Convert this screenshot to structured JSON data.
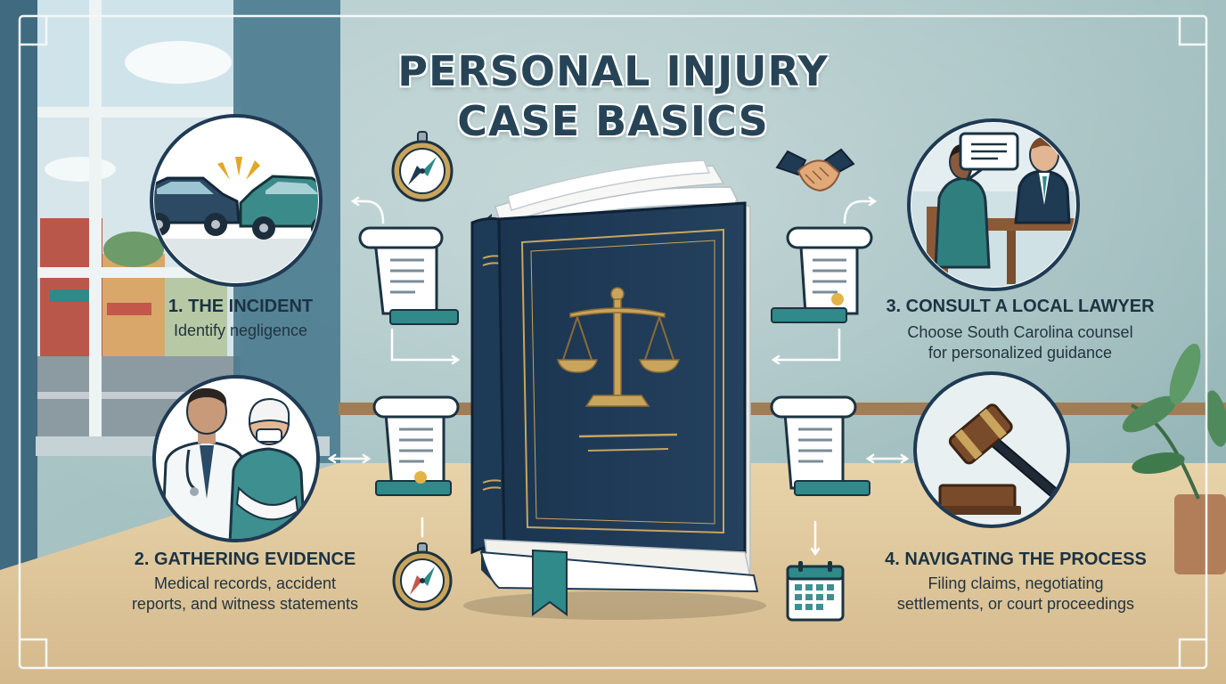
{
  "title": {
    "line1": "PERSONAL INJURY",
    "line2": "CASE BASICS"
  },
  "steps": [
    {
      "heading": "1. THE INCIDENT",
      "body": [
        "Identify negligence"
      ]
    },
    {
      "heading": "2. GATHERING EVIDENCE",
      "body": [
        "Medical records, accident",
        "reports, and witness statements"
      ]
    },
    {
      "heading": "3. CONSULT A LOCAL LAWYER",
      "body": [
        "Choose South Carolina counsel",
        "for personalized guidance"
      ]
    },
    {
      "heading": "4. NAVIGATING THE PROCESS",
      "body": [
        "Filing claims, negotiating",
        "settlements, or court proceedings"
      ]
    }
  ],
  "colors": {
    "navy": "#1f3a53",
    "teal": "#2f8a89",
    "gold": "#c9a45c",
    "wall": "#9fbcbd",
    "desk": "#e3cda2"
  },
  "icons": [
    "compass-icon",
    "handshake-icon",
    "calendar-icon",
    "gavel-icon",
    "scales-icon",
    "scroll-icon"
  ]
}
